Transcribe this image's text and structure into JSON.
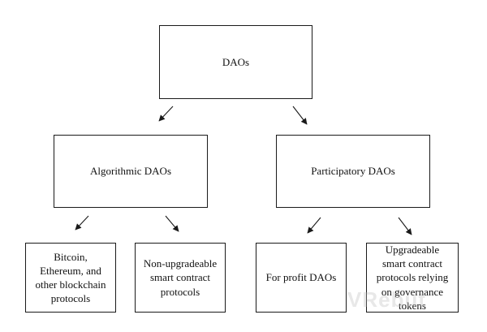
{
  "diagram": {
    "root": {
      "label": "DAOs"
    },
    "level1": [
      {
        "id": "alg",
        "label": "Algorithmic DAOs"
      },
      {
        "id": "part",
        "label": "Participatory DAOs"
      }
    ],
    "leaves": [
      {
        "id": "leaf1",
        "label": "Bitcoin,\nEthereum, and\nother blockchain\nprotocols"
      },
      {
        "id": "leaf2",
        "label": "Non-upgradeable\nsmart contract\nprotocols"
      },
      {
        "id": "leaf3",
        "label": "For profit DAOs"
      },
      {
        "id": "leaf4",
        "label": "Upgradeable\nsmart contract\nprotocols relying\non governance\ntokens"
      }
    ],
    "watermark": "VRebut",
    "line_color": "#1a1a1a"
  }
}
